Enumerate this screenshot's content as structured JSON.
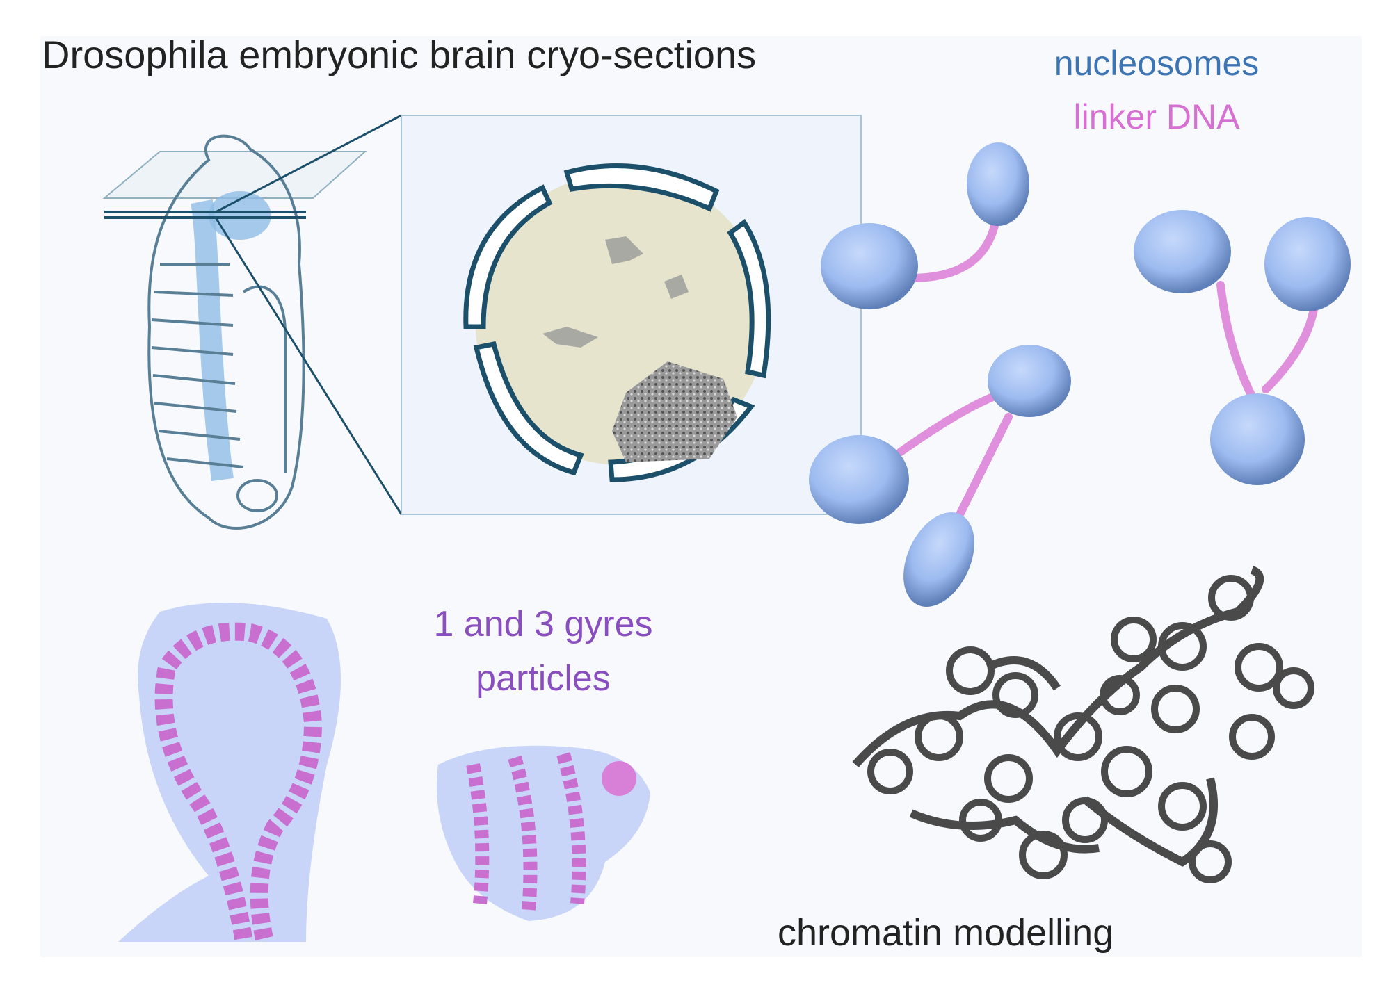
{
  "title": "Drosophila embryonic brain cryo-sections",
  "legend": {
    "nucleosomes": "nucleosomes",
    "linker_dna": "linker DNA"
  },
  "gyres_label": {
    "line1": "1 and 3 gyres",
    "line2": "particles"
  },
  "chromatin_label": "chromatin modelling",
  "colors": {
    "nucleosome": "#9dbbf0",
    "nucleosome_text": "#3d74b4",
    "linker": "#e08fdc",
    "linker_text": "#d870d4",
    "gyres_text": "#8a4fbf",
    "outline": "#1b4f6a",
    "chromatin": "#4a4a4a"
  }
}
